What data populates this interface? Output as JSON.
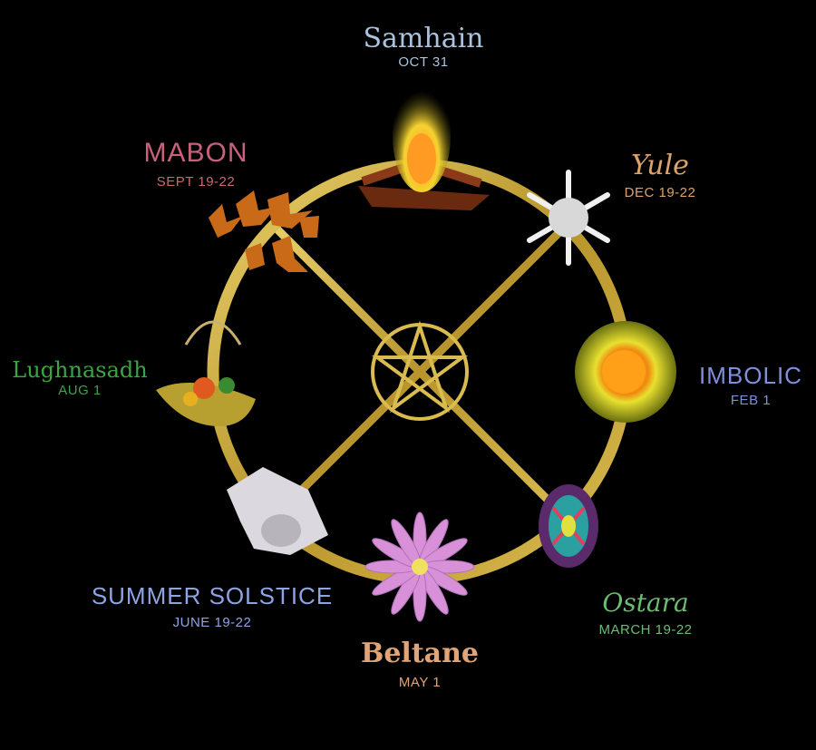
{
  "festivals": {
    "samhain": {
      "name": "Samhain",
      "date": "OCT 31",
      "color": "#a9c3df"
    },
    "yule": {
      "name": "Yule",
      "date": "DEC 19-22",
      "color": "#dca36a"
    },
    "imbolic": {
      "name": "IMBOLIC",
      "date": "FEB 1",
      "color": "#7f8fdc"
    },
    "ostara": {
      "name": "Ostara",
      "date": "MARCH 19-22",
      "color": "#6cbc72"
    },
    "beltane": {
      "name": "Beltane",
      "date": "MAY 1",
      "color": "#e2a476"
    },
    "summer_solstice": {
      "name": "SUMMER SOLSTICE",
      "date": "JUNE 19-22",
      "color": "#8ea4e2"
    },
    "lughnasadh": {
      "name": "Lughnasadh",
      "date": "AUG 1",
      "color": "#3da442"
    },
    "mabon": {
      "name": "MABON",
      "date": "SEPT 19-22",
      "color": "#c8627c"
    }
  },
  "wheel_color": "#c9a93a"
}
